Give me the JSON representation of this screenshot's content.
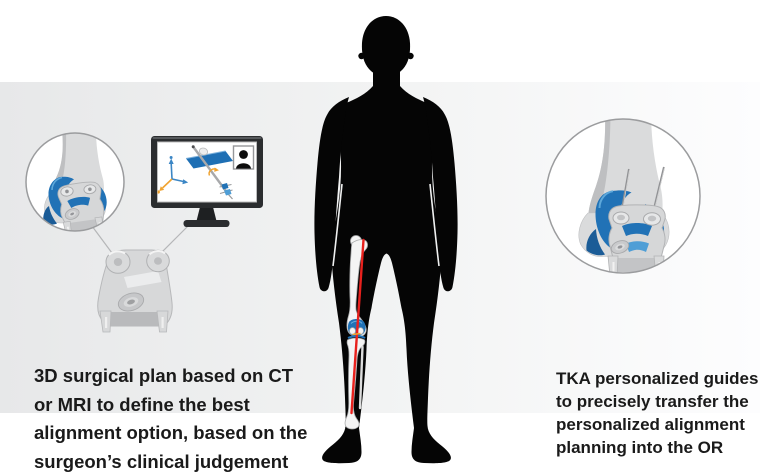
{
  "captions": {
    "left": {
      "lines": [
        "3D surgical plan based on CT",
        "or MRI to define the best",
        "alignment option, based on the",
        "surgeon’s clinical judgement"
      ]
    },
    "right": {
      "lines": [
        "TKA personalized guides",
        "to precisely transfer the",
        "personalized alignment",
        "planning into the OR"
      ]
    }
  },
  "colors": {
    "implant_blue": "#2172b6",
    "implant_blue_light": "#5ea8da",
    "implant_blue_dark": "#1b5c97",
    "mechanical_axis_red": "#e8211d",
    "rotation_orange": "#f0a330",
    "silhouette_black": "#050505",
    "bone_gray": "#dadbdc",
    "band_left": "#e7e8e9",
    "band_right": "#fdfdfe",
    "text": "#1a1a1a"
  }
}
